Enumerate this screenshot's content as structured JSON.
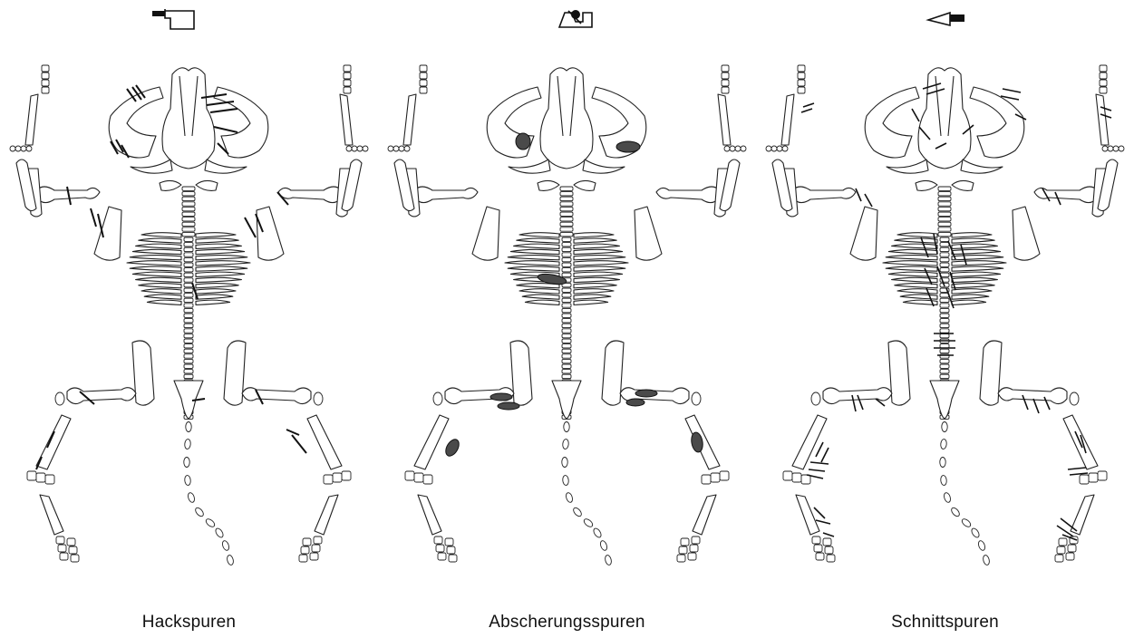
{
  "panels": [
    {
      "id": "chop",
      "label": "Hackspuren",
      "icon": "cleaver-icon",
      "mark_style": "short dark lines"
    },
    {
      "id": "shear",
      "label": "Abscherungsspuren",
      "icon": "plane-tool-icon",
      "mark_style": "dark filled ovals"
    },
    {
      "id": "cut",
      "label": "Schnittspuren",
      "icon": "knife-icon",
      "mark_style": "fine dark lines"
    }
  ],
  "colors": {
    "outline": "#222222",
    "mark": "#111111",
    "shear_fill": "#4a4a4a",
    "background": "#ffffff"
  }
}
